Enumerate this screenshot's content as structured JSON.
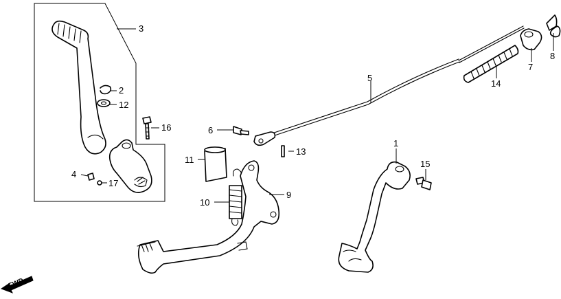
{
  "callouts": {
    "c1": "1",
    "c2": "2",
    "c3": "3",
    "c4": "4",
    "c5": "5",
    "c6": "6",
    "c7": "7",
    "c8": "8",
    "c9": "9",
    "c10": "10",
    "c11": "11",
    "c12": "12",
    "c13": "13",
    "c14": "14",
    "c15": "15",
    "c16": "16",
    "c17": "17"
  },
  "direction_marker": {
    "label": "FWD",
    "icon": "arrow-left-icon"
  },
  "colors": {
    "ink": "#000000",
    "paper": "#ffffff"
  }
}
